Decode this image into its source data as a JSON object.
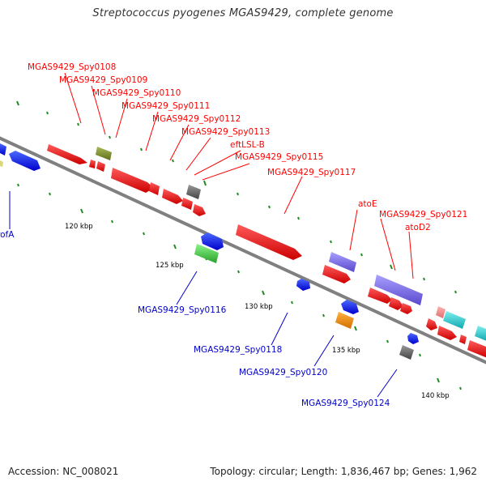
{
  "title": "Streptococcus pyogenes MGAS9429, complete genome",
  "accession": "Accession: NC_008021",
  "topology": "Topology: circular; Length: 1,836,467 bp; Genes: 1,962",
  "colors": {
    "top_label": "#ff0000",
    "bottom_label": "#0000cc",
    "backbone": "#808080",
    "tick": "#228B22"
  },
  "scale_labels": [
    "120 kbp",
    "125 kbp",
    "130 kbp",
    "135 kbp",
    "140 kbp"
  ],
  "top_labels": [
    "MGAS9429_Spy0108",
    "MGAS9429_Spy0109",
    "MGAS9429_Spy0110",
    "MGAS9429_Spy0111",
    "MGAS9429_Spy0112",
    "MGAS9429_Spy0113",
    "eftLSL-B",
    "MGAS9429_Spy0115",
    "MGAS9429_Spy0117",
    "atoE",
    "MGAS9429_Spy0121",
    "atoD2"
  ],
  "bottom_labels": [
    "rofA",
    "MGAS9429_Spy0116",
    "MGAS9429_Spy0118",
    "MGAS9429_Spy0120",
    "MGAS9429_Spy0124"
  ]
}
